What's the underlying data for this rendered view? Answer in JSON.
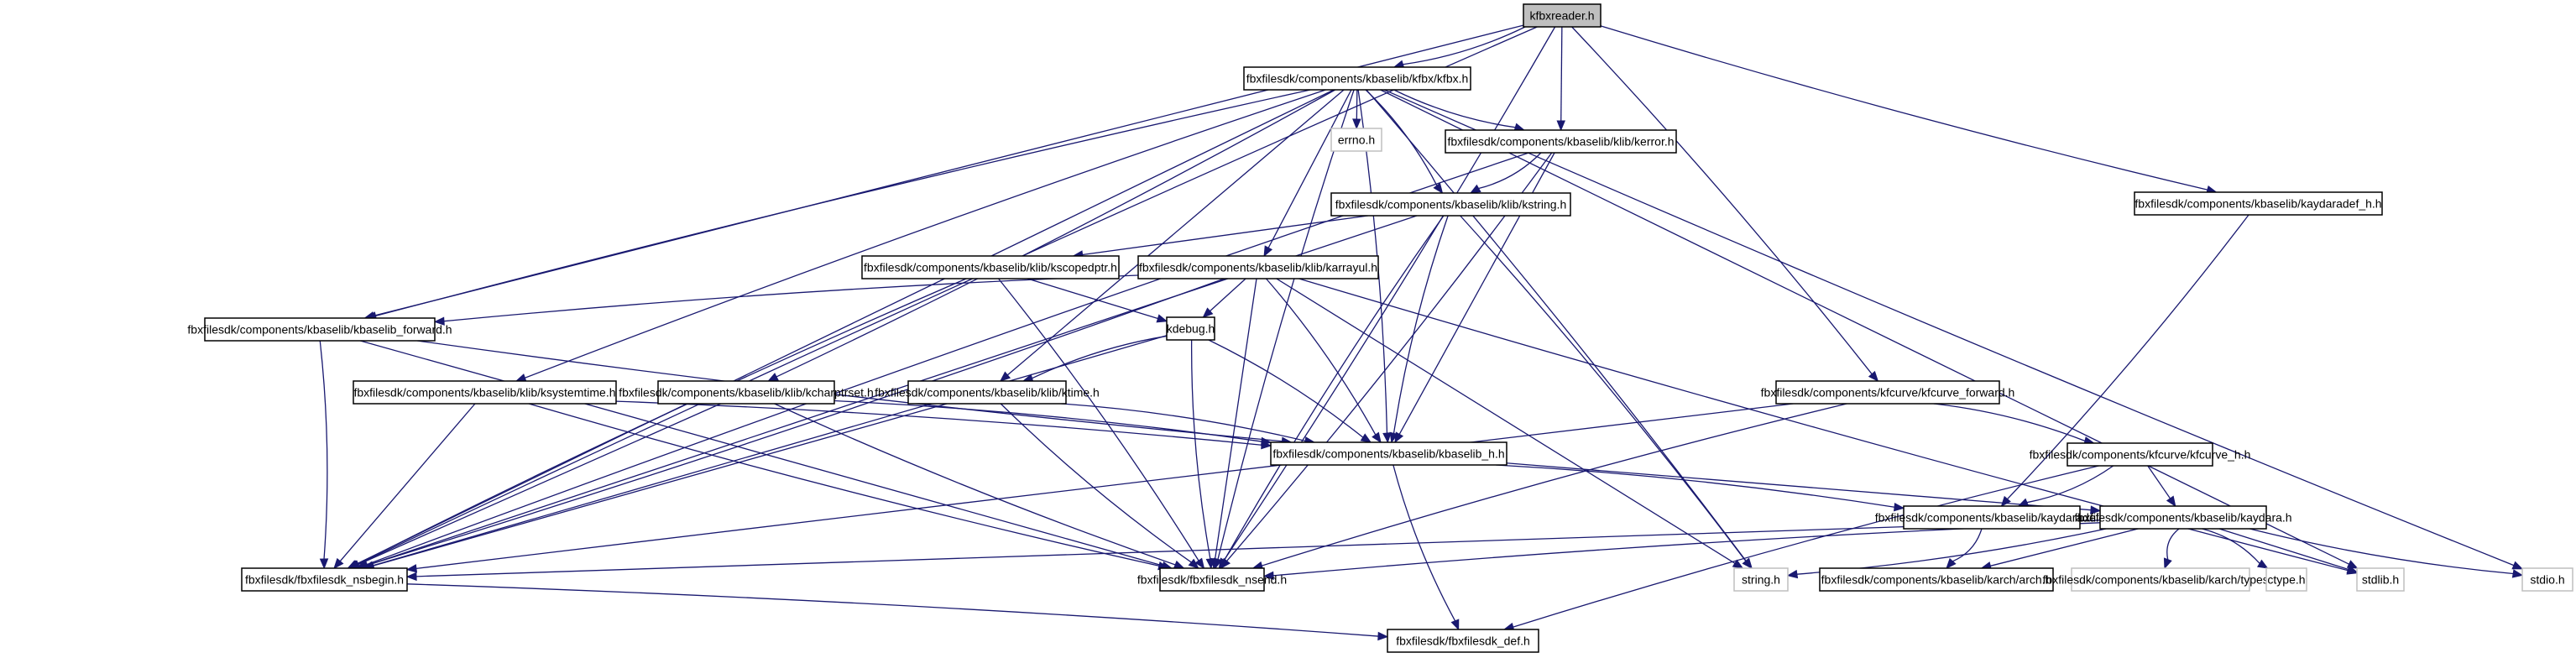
{
  "graph": {
    "title": "kfbxreader.h include dependency graph",
    "edge_color": "#191970",
    "nodes": [
      {
        "id": "kfbxreader",
        "label": "kfbxreader.h",
        "kind": "root"
      },
      {
        "id": "kfbx",
        "label": "fbxfilesdk/components/kbaselib/kfbx/kfbx.h",
        "kind": "file"
      },
      {
        "id": "errno",
        "label": "errno.h",
        "kind": "system"
      },
      {
        "id": "kerror",
        "label": "fbxfilesdk/components/kbaselib/klib/kerror.h",
        "kind": "file"
      },
      {
        "id": "kstring",
        "label": "fbxfilesdk/components/kbaselib/klib/kstring.h",
        "kind": "file"
      },
      {
        "id": "kaydaradef_h",
        "label": "fbxfilesdk/components/kbaselib/kaydaradef_h.h",
        "kind": "file"
      },
      {
        "id": "kscopedptr",
        "label": "fbxfilesdk/components/kbaselib/klib/kscopedptr.h",
        "kind": "file"
      },
      {
        "id": "karrayul",
        "label": "fbxfilesdk/components/kbaselib/klib/karrayul.h",
        "kind": "file"
      },
      {
        "id": "kbaselib_forward",
        "label": "fbxfilesdk/components/kbaselib/kbaselib_forward.h",
        "kind": "file"
      },
      {
        "id": "kdebug",
        "label": "kdebug.h",
        "kind": "file"
      },
      {
        "id": "ksystemtime",
        "label": "fbxfilesdk/components/kbaselib/klib/ksystemtime.h",
        "kind": "file"
      },
      {
        "id": "kcharptrset",
        "label": "fbxfilesdk/components/kbaselib/klib/kcharptrset.h",
        "kind": "file"
      },
      {
        "id": "ktime",
        "label": "fbxfilesdk/components/kbaselib/klib/ktime.h",
        "kind": "file"
      },
      {
        "id": "kfcurve_forward",
        "label": "fbxfilesdk/components/kfcurve/kfcurve_forward.h",
        "kind": "file"
      },
      {
        "id": "kbaselib_h",
        "label": "fbxfilesdk/components/kbaselib/kbaselib_h.h",
        "kind": "file"
      },
      {
        "id": "kfcurve_h",
        "label": "fbxfilesdk/components/kfcurve/kfcurve_h.h",
        "kind": "file"
      },
      {
        "id": "kaydaradef",
        "label": "fbxfilesdk/components/kbaselib/kaydaradef.h",
        "kind": "file"
      },
      {
        "id": "kaydara",
        "label": "fbxfilesdk/components/kbaselib/kaydara.h",
        "kind": "file"
      },
      {
        "id": "nsbegin",
        "label": "fbxfilesdk/fbxfilesdk_nsbegin.h",
        "kind": "file"
      },
      {
        "id": "nsend",
        "label": "fbxfilesdk/fbxfilesdk_nsend.h",
        "kind": "file"
      },
      {
        "id": "string",
        "label": "string.h",
        "kind": "system"
      },
      {
        "id": "arch",
        "label": "fbxfilesdk/components/kbaselib/karch/arch.h",
        "kind": "file"
      },
      {
        "id": "types",
        "label": "fbxfilesdk/components/kbaselib/karch/types.h",
        "kind": "system"
      },
      {
        "id": "ctype",
        "label": "ctype.h",
        "kind": "system"
      },
      {
        "id": "stdlib",
        "label": "stdlib.h",
        "kind": "system"
      },
      {
        "id": "stdio",
        "label": "stdio.h",
        "kind": "system"
      },
      {
        "id": "def",
        "label": "fbxfilesdk/fbxfilesdk_def.h",
        "kind": "file"
      }
    ],
    "edges": [
      [
        "kfbxreader",
        "kfbx"
      ],
      [
        "kfbxreader",
        "kerror"
      ],
      [
        "kfbxreader",
        "kaydaradef_h"
      ],
      [
        "kfbxreader",
        "kfcurve_forward"
      ],
      [
        "kfbxreader",
        "kbaselib_forward"
      ],
      [
        "kfbxreader",
        "nsbegin"
      ],
      [
        "kfbxreader",
        "nsend"
      ],
      [
        "kfbx",
        "errno"
      ],
      [
        "kfbx",
        "kerror"
      ],
      [
        "kfbx",
        "kstring"
      ],
      [
        "kfbx",
        "karrayul"
      ],
      [
        "kfbx",
        "kbaselib_forward"
      ],
      [
        "kfbx",
        "kcharptrset"
      ],
      [
        "kfbx",
        "ktime"
      ],
      [
        "kfbx",
        "ksystemtime"
      ],
      [
        "kfbx",
        "kbaselib_h"
      ],
      [
        "kfbx",
        "nsbegin"
      ],
      [
        "kfbx",
        "nsend"
      ],
      [
        "kfbx",
        "string"
      ],
      [
        "kfbx",
        "stdlib"
      ],
      [
        "kfbx",
        "stdio"
      ],
      [
        "kerror",
        "kstring"
      ],
      [
        "kerror",
        "kbaselib_h"
      ],
      [
        "kerror",
        "nsbegin"
      ],
      [
        "kerror",
        "nsend"
      ],
      [
        "kstring",
        "kscopedptr"
      ],
      [
        "kstring",
        "kbaselib_h"
      ],
      [
        "kstring",
        "string"
      ],
      [
        "kstring",
        "nsbegin"
      ],
      [
        "kstring",
        "nsend"
      ],
      [
        "kaydaradef_h",
        "kaydaradef"
      ],
      [
        "kscopedptr",
        "kdebug"
      ],
      [
        "kscopedptr",
        "nsbegin"
      ],
      [
        "kscopedptr",
        "nsend"
      ],
      [
        "karrayul",
        "kdebug"
      ],
      [
        "karrayul",
        "kbaselib_forward"
      ],
      [
        "karrayul",
        "kbaselib_h"
      ],
      [
        "karrayul",
        "string"
      ],
      [
        "karrayul",
        "stdlib"
      ],
      [
        "karrayul",
        "nsbegin"
      ],
      [
        "karrayul",
        "nsend"
      ],
      [
        "kbaselib_forward",
        "kbaselib_h"
      ],
      [
        "kbaselib_forward",
        "nsbegin"
      ],
      [
        "kbaselib_forward",
        "nsend"
      ],
      [
        "kdebug",
        "ktime"
      ],
      [
        "kdebug",
        "kbaselib_h"
      ],
      [
        "kdebug",
        "nsbegin"
      ],
      [
        "kdebug",
        "nsend"
      ],
      [
        "ksystemtime",
        "kbaselib_h"
      ],
      [
        "ksystemtime",
        "nsbegin"
      ],
      [
        "ksystemtime",
        "nsend"
      ],
      [
        "kcharptrset",
        "kbaselib_h"
      ],
      [
        "kcharptrset",
        "nsbegin"
      ],
      [
        "kcharptrset",
        "nsend"
      ],
      [
        "ktime",
        "kbaselib_h"
      ],
      [
        "ktime",
        "nsbegin"
      ],
      [
        "ktime",
        "nsend"
      ],
      [
        "kfcurve_forward",
        "kfcurve_h"
      ],
      [
        "kfcurve_forward",
        "nsbegin"
      ],
      [
        "kfcurve_forward",
        "nsend"
      ],
      [
        "kbaselib_h",
        "kaydaradef"
      ],
      [
        "kbaselib_h",
        "kaydara"
      ],
      [
        "kbaselib_h",
        "def"
      ],
      [
        "kfcurve_h",
        "kaydaradef"
      ],
      [
        "kfcurve_h",
        "kaydara"
      ],
      [
        "kfcurve_h",
        "def"
      ],
      [
        "kaydaradef",
        "arch"
      ],
      [
        "kaydara",
        "arch"
      ],
      [
        "kaydara",
        "types"
      ],
      [
        "kaydara",
        "ctype"
      ],
      [
        "kaydara",
        "stdlib"
      ],
      [
        "kaydara",
        "stdio"
      ],
      [
        "kaydara",
        "string"
      ],
      [
        "kaydara",
        "nsbegin"
      ],
      [
        "kaydara",
        "nsend"
      ],
      [
        "nsbegin",
        "def"
      ]
    ]
  }
}
